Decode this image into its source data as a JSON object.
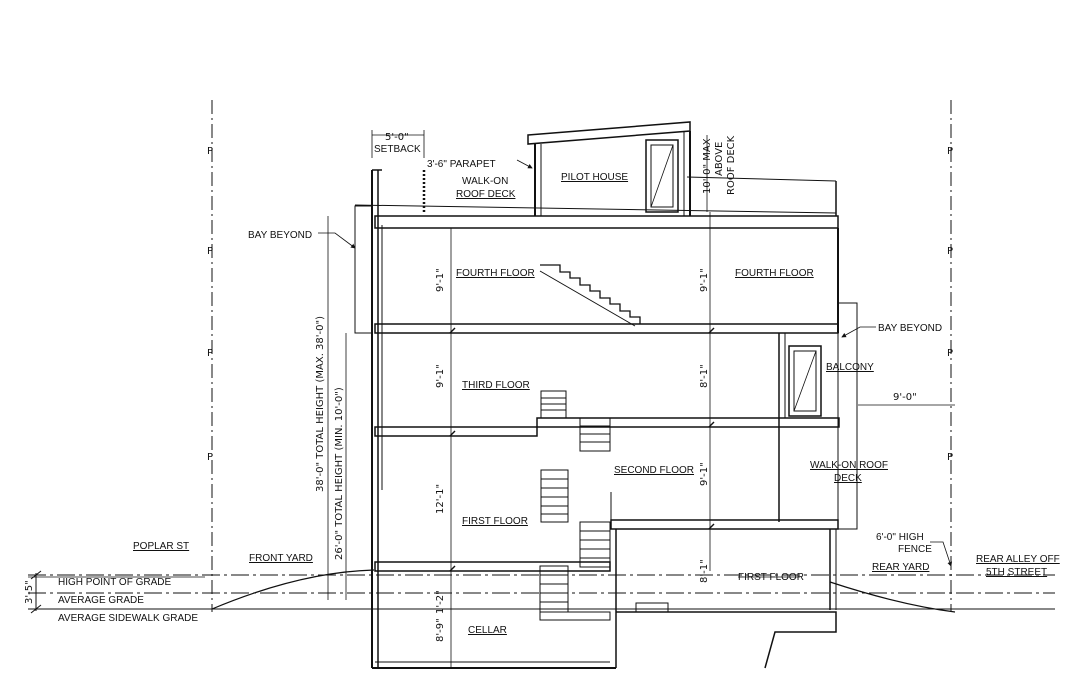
{
  "setback": {
    "dim": "5'-0\"",
    "label": "SETBACK"
  },
  "parapet": "3'-6\" PARAPET",
  "walk_on_roof_deck_top": [
    "WALK-ON",
    "ROOF DECK"
  ],
  "pilot_house": "PILOT HOUSE",
  "pilot_max": [
    "10'-0\" MAX",
    "ABOVE",
    "ROOF DECK"
  ],
  "bay_beyond_left": "BAY BEYOND",
  "bay_beyond_right": "BAY BEYOND",
  "floors": {
    "fourth_left": "FOURTH FLOOR",
    "fourth_right": "FOURTH FLOOR",
    "third": "THIRD FLOOR",
    "second": "SECOND FLOOR",
    "first": "FIRST FLOOR",
    "first_rear": "FIRST FLOOR",
    "cellar": "CELLAR"
  },
  "balcony": "BALCONY",
  "walk_on_roof_deck_rear": [
    "WALK-ON ROOF",
    "DECK"
  ],
  "dims": {
    "fourth_left": "9'-1\"",
    "fourth_right": "9'-1\"",
    "third_left": "9'-1\"",
    "third_right": "8'-1\"",
    "second_right": "9'-1\"",
    "first_left": "12'-1\"",
    "first_rear": "8'-1\"",
    "cellar_top": "1'-2\"",
    "cellar": "8'-9\"",
    "balcony_depth": "9'-0\"",
    "grade": "3'-5\"",
    "total_max": "38'-0\" TOTAL HEIGHT (MAX. 38'-0\")",
    "total_min": "26'-0\" TOTAL HEIGHT (MIN. 10'-0\")"
  },
  "fence": [
    "6'-0\" HIGH",
    "FENCE"
  ],
  "streets": {
    "poplar": "POPLAR ST",
    "rear_alley": [
      "REAR ALLEY OFF",
      "5TH STREET"
    ]
  },
  "yards": {
    "front": "FRONT YARD",
    "rear": "REAR YARD"
  },
  "grades": {
    "high_point": "HIGH POINT OF GRADE",
    "average": "AVERAGE GRADE",
    "sidewalk": "AVERAGE SIDEWALK GRADE"
  },
  "property_line_mark": "P",
  "colors": {
    "ink": "#111111",
    "paper": "#ffffff"
  }
}
